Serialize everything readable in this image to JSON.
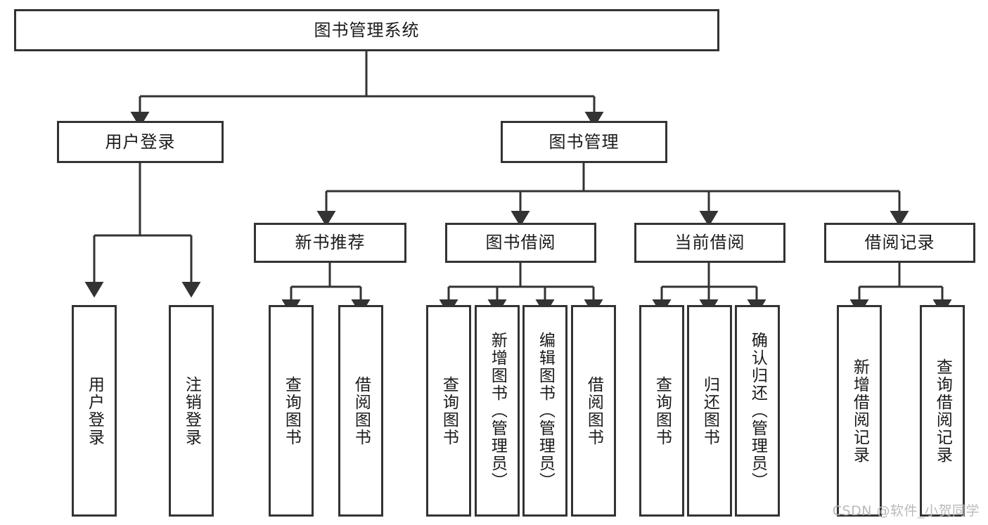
{
  "diagram": {
    "title": "图书管理系统",
    "type": "hierarchy-tree",
    "orientation": "top-down",
    "colors": {
      "border": "#333333",
      "fill": "#ffffff",
      "text": "#1a1a1a",
      "watermark": "#b9b9b9",
      "background": "#ffffff"
    }
  },
  "root": {
    "label": "图书管理系统"
  },
  "level2": [
    {
      "label": "用户登录"
    },
    {
      "label": "图书管理"
    }
  ],
  "level3": [
    {
      "label": "新书推荐"
    },
    {
      "label": "图书借阅"
    },
    {
      "label": "当前借阅"
    },
    {
      "label": "借阅记录"
    }
  ],
  "leaves": {
    "user_login": [
      {
        "label": "用户登录"
      },
      {
        "label": "注销登录"
      }
    ],
    "new_book_recommend": [
      {
        "label": "查询图书"
      },
      {
        "label": "借阅图书"
      }
    ],
    "book_borrow": [
      {
        "label": "查询图书"
      },
      {
        "label": "新增图书（管理员）"
      },
      {
        "label": "编辑图书（管理员）"
      },
      {
        "label": "借阅图书"
      }
    ],
    "current_borrow": [
      {
        "label": "查询图书"
      },
      {
        "label": "归还图书"
      },
      {
        "label": "确认归还（管理员）"
      }
    ],
    "borrow_record": [
      {
        "label": "新增借阅记录"
      },
      {
        "label": "查询借阅记录"
      }
    ]
  },
  "watermark": {
    "text": "CSDN @软件_小贺同学"
  }
}
